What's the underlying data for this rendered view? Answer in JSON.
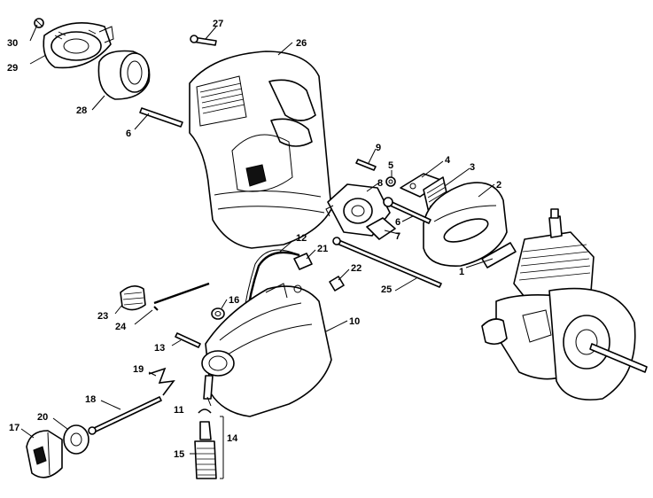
{
  "diagram": {
    "callouts": {
      "c1": "1",
      "c2": "2",
      "c3": "3",
      "c4": "4",
      "c5": "5",
      "c6a": "6",
      "c6b": "6",
      "c7": "7",
      "c8": "8",
      "c9": "9",
      "c10": "10",
      "c11": "11",
      "c12": "12",
      "c13": "13",
      "c14": "14",
      "c15": "15",
      "c16": "16",
      "c17": "17",
      "c18": "18",
      "c19": "19",
      "c20": "20",
      "c21": "21",
      "c22": "22",
      "c23": "23",
      "c24": "24",
      "c25": "25",
      "c26": "26",
      "c27": "27",
      "c28": "28",
      "c29": "29",
      "c30": "30"
    }
  }
}
